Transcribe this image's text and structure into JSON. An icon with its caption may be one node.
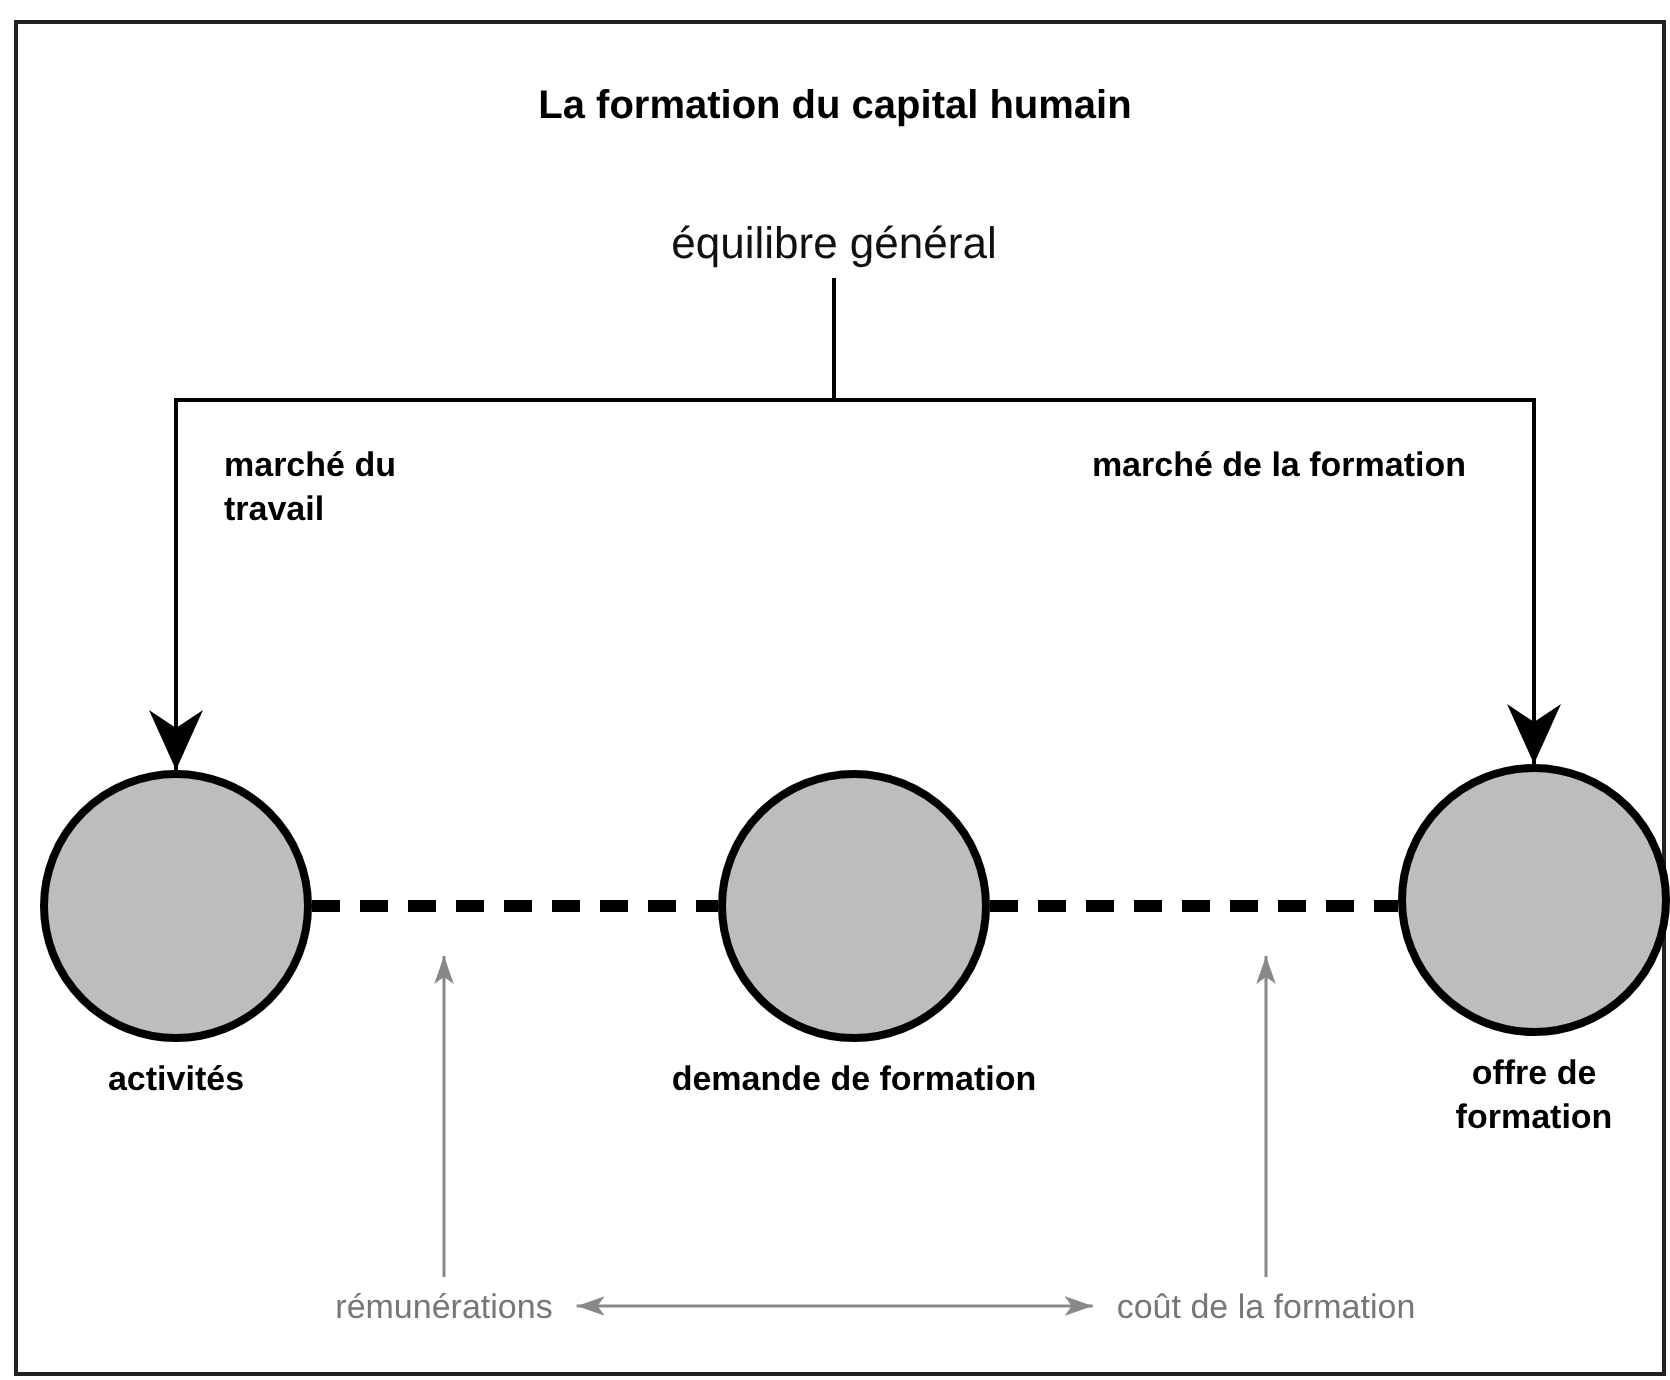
{
  "diagram": {
    "title": "La formation du capital humain",
    "nodes": [
      {
        "text": [
          "équilibre général"
        ]
      },
      {
        "text": [
          "activités"
        ]
      },
      {
        "text": [
          "demande de formation"
        ]
      },
      {
        "text": [
          "offre de formation"
        ]
      },
      {
        "text": [
          "rémunérations"
        ]
      },
      {
        "text": [
          "coût de la formation"
        ]
      }
    ],
    "edges": [
      {
        "from": 0,
        "to": 1,
        "arrow": "to",
        "label": "marché du travail"
      },
      {
        "from": 0,
        "to": 3,
        "arrow": "to",
        "label": "marché de la formation"
      },
      {
        "from": 1,
        "to": 2,
        "arrow": "none",
        "style": "dashed"
      },
      {
        "from": 2,
        "to": 3,
        "arrow": "none",
        "style": "dashed"
      },
      {
        "from": 4,
        "to": null,
        "arrow": "to",
        "color": "#888888"
      },
      {
        "from": 5,
        "to": null,
        "arrow": "to",
        "color": "#888888"
      },
      {
        "from": 4,
        "to": 5,
        "arrow": "both",
        "color": "#888888"
      }
    ]
  }
}
